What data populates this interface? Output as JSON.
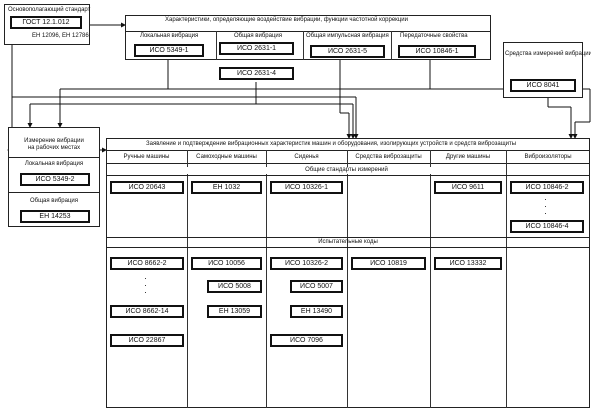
{
  "basic": {
    "title": "Основополагающий стандарт",
    "code": "ГОСТ 12.1.012",
    "sub": "ЕН 12096, ЕН 12786"
  },
  "characteristics": {
    "title": "Характеристики, определяющие воздействие вибрации, функции частотной коррекции",
    "col1": "Локальная вибрация",
    "col2": "Общая вибрация",
    "col3": "Общая импульсная вибрация",
    "col4": "Передаточные свойства",
    "std1": "ИСО 5349-1",
    "std2a": "ИСО 2631-1",
    "std2b": "ИСО 2631-4",
    "std3": "ИСО 2631-5",
    "std4": "ИСО 10846-1"
  },
  "instruments": {
    "title": "Средства измерений вибрации",
    "std": "ИСО 8041"
  },
  "workplace": {
    "title_line1": "Измерение вибрации",
    "title_line2": "на рабочих местах",
    "local_label": "Локальная вибрация",
    "local_std": "ИСО 5349-2",
    "general_label": "Общая вибрация",
    "general_std": "ЕН 14253"
  },
  "declaration": {
    "title": "Заявление и подтверждение вибрационных характеристик машин и оборудования, изолирующих устройств и средств виброзащиты",
    "columns": [
      "Ручные машины",
      "Самоходные машины",
      "Сиденья",
      "Средства виброзащиты",
      "Другие машины",
      "Виброизоляторы"
    ],
    "general_standards_label": "Общие стандарты измерений",
    "general": {
      "hand": "ИСО 20643",
      "mobile": "ЕН 1032",
      "seats": "ИСО 10326-1",
      "other": "ИСО 9611",
      "isol1": "ИСО 10846-2",
      "isol2": "ИСО 10846-4"
    },
    "test_codes_label": "Испытательные коды",
    "tests": {
      "hand1": "ИСО 8662-2",
      "hand2": "ИСО 8662-14",
      "hand3": "ИСО 22867",
      "mobile1": "ИСО 10056",
      "mobile2": "ИСО 5008",
      "mobile3": "ЕН 13059",
      "seats1": "ИСО 10326-2",
      "seats2": "ИСО 5007",
      "seats3": "ЕН 13490",
      "seats4": "ИСО 7096",
      "protection": "ИСО 10819",
      "other": "ИСО 13332"
    }
  }
}
